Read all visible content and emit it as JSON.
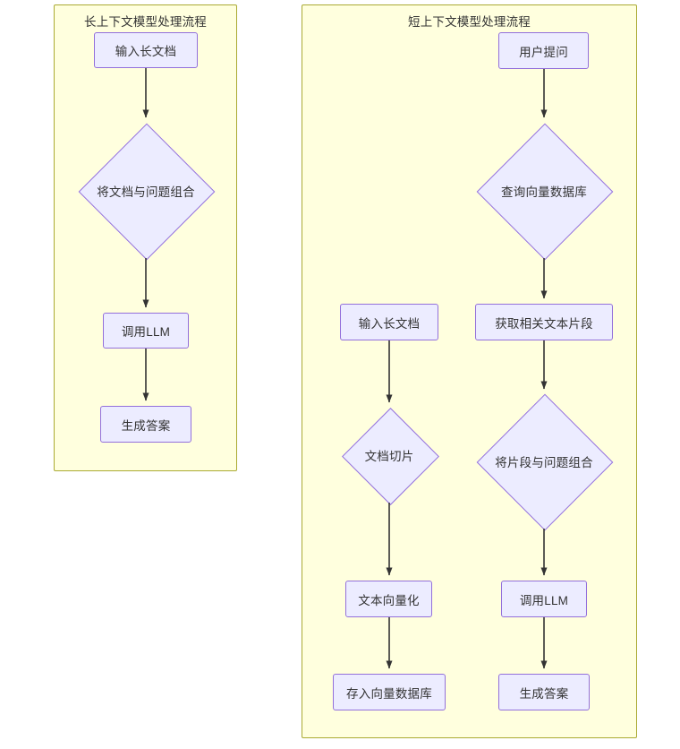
{
  "diagram": {
    "type": "flowchart",
    "orientation": "top-down",
    "theme": {
      "node_fill": "#ececff",
      "node_border": "#9370db",
      "subgraph_fill": "#ffffde",
      "subgraph_border": "#aaaa33",
      "edge_color": "#333333",
      "text_color": "#333333",
      "page_background": "#ffffff"
    },
    "subgraphs": [
      {
        "id": "long-context",
        "title": "长上下文模型处理流程",
        "nodes": [
          {
            "id": "lc-input",
            "label": "输入长文档",
            "shape": "rect"
          },
          {
            "id": "lc-combine",
            "label": "将文档与问题组合",
            "shape": "diamond"
          },
          {
            "id": "lc-llm",
            "label": "调用LLM",
            "shape": "rect"
          },
          {
            "id": "lc-answer",
            "label": "生成答案",
            "shape": "rect"
          }
        ],
        "edges": [
          {
            "from": "lc-input",
            "to": "lc-combine",
            "label": ""
          },
          {
            "from": "lc-combine",
            "to": "lc-llm",
            "label": ""
          },
          {
            "from": "lc-llm",
            "to": "lc-answer",
            "label": ""
          }
        ]
      },
      {
        "id": "short-context",
        "title": "短上下文模型处理流程",
        "nodes": [
          {
            "id": "sc-question",
            "label": "用户提问",
            "shape": "rect"
          },
          {
            "id": "sc-query",
            "label": "查询向量数据库",
            "shape": "diamond"
          },
          {
            "id": "sc-input",
            "label": "输入长文档",
            "shape": "rect"
          },
          {
            "id": "sc-retrieve",
            "label": "获取相关文本片段",
            "shape": "rect"
          },
          {
            "id": "sc-split",
            "label": "文档切片",
            "shape": "diamond"
          },
          {
            "id": "sc-combine",
            "label": "将片段与问题组合",
            "shape": "diamond"
          },
          {
            "id": "sc-embed",
            "label": "文本向量化",
            "shape": "rect"
          },
          {
            "id": "sc-llm",
            "label": "调用LLM",
            "shape": "rect"
          },
          {
            "id": "sc-store",
            "label": "存入向量数据库",
            "shape": "rect"
          },
          {
            "id": "sc-answer",
            "label": "生成答案",
            "shape": "rect"
          }
        ],
        "edges": [
          {
            "from": "sc-question",
            "to": "sc-query",
            "label": ""
          },
          {
            "from": "sc-query",
            "to": "sc-retrieve",
            "label": ""
          },
          {
            "from": "sc-retrieve",
            "to": "sc-combine",
            "label": ""
          },
          {
            "from": "sc-combine",
            "to": "sc-llm",
            "label": ""
          },
          {
            "from": "sc-llm",
            "to": "sc-answer",
            "label": ""
          },
          {
            "from": "sc-input",
            "to": "sc-split",
            "label": ""
          },
          {
            "from": "sc-split",
            "to": "sc-embed",
            "label": ""
          },
          {
            "from": "sc-embed",
            "to": "sc-store",
            "label": ""
          }
        ]
      }
    ]
  }
}
